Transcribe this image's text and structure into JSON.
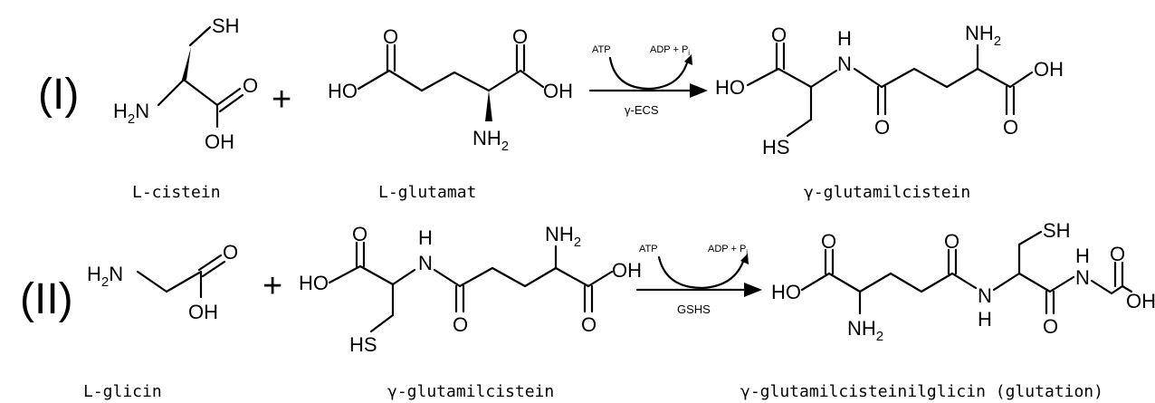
{
  "reaction_1": {
    "label": "(I)",
    "plus": "+",
    "reactant1_name": "L-cistein",
    "reactant2_name": "L-glutamat",
    "product_name": "γ-glutamilcistein",
    "enzyme": "γ-ECS",
    "cofactor_in": "ATP",
    "cofactor_out": "ADP + P",
    "cofactor_out_sub": "i"
  },
  "reaction_2": {
    "label": "(II)",
    "plus": "+",
    "reactant1_name": "L-glicin",
    "reactant2_name": "γ-glutamilcistein",
    "product_name": "γ-glutamilcisteinilglicin (glutation)",
    "enzyme": "GSHS",
    "cofactor_in": "ATP",
    "cofactor_out": "ADP + P",
    "cofactor_out_sub": "i"
  },
  "atoms": {
    "sh": "SH",
    "hs": "HS",
    "h2n_h": "H",
    "h2n_n": "N",
    "nh2_n": "NH",
    "sub2": "2",
    "o": "O",
    "oh": "OH",
    "ho": "HO",
    "h": "H",
    "n": "N"
  }
}
